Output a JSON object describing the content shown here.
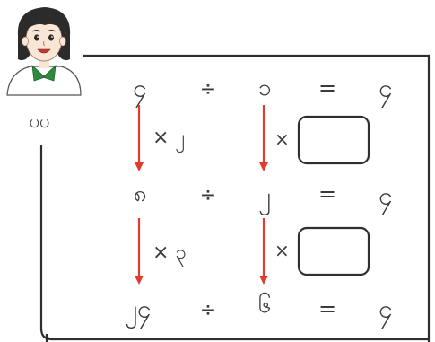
{
  "character": {
    "name": "ပပ",
    "description": "",
    "colors": {
      "hair": "#2b2b2b",
      "skin": "#fbe6d6",
      "shirt": "#ffffff",
      "collar": "#2e8b3d",
      "mouth": "#c23a3a"
    }
  },
  "equations": {
    "row1": {
      "dividend": "၄",
      "operator": "÷",
      "divisor": "၁",
      "equals": "=",
      "result": "၄"
    },
    "row2": {
      "dividend": "၈",
      "operator": "÷",
      "divisor": "၂",
      "equals": "=",
      "result": "၄"
    },
    "row3": {
      "dividend": "၂၄",
      "operator": "÷",
      "divisor": "၆",
      "equals": "=",
      "result": "၄"
    }
  },
  "steps": {
    "step1": {
      "left_label": "× ၂",
      "right_symbol": "×",
      "answer_box": ""
    },
    "step2": {
      "left_label": "× ၃",
      "right_symbol": "×",
      "answer_box": ""
    }
  },
  "colors": {
    "arrow": "#e23b2e",
    "frame": "#2f2f2f",
    "text": "#3a3a3a",
    "box": "#2f2f2f"
  }
}
